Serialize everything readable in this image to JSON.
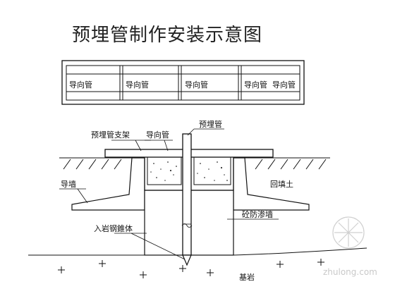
{
  "title": "预埋管制作安装示意图",
  "top_view": {
    "segment_label": "导向管",
    "segment_count": 5
  },
  "section_view": {
    "labels": {
      "embedded_pipe_support": "预埋管支架",
      "guide_pipe": "导向管",
      "embedded_pipe": "预埋管",
      "guide_wall": "导墙",
      "backfill": "回填土",
      "concrete_cutoff_wall": "砼防渗墙",
      "rock_anchor": "入岩钢錐体",
      "bedrock": "基岩"
    }
  },
  "watermark": "zhulong.com"
}
